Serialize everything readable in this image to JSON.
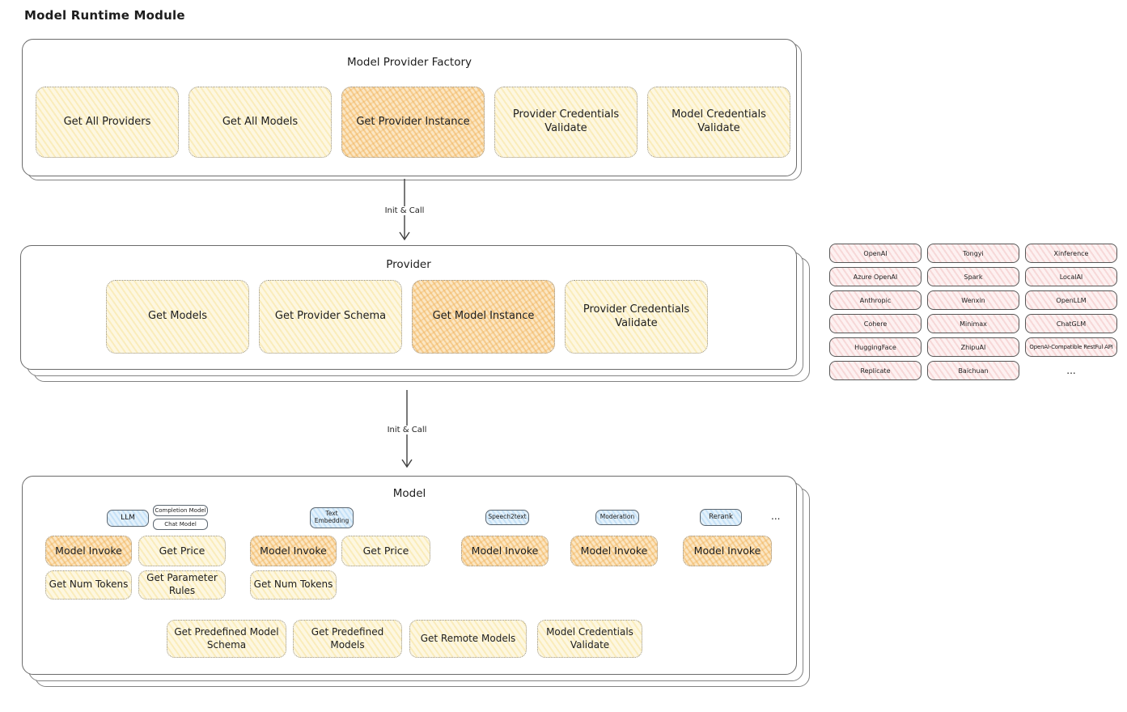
{
  "page": {
    "title": "Model Runtime Module"
  },
  "factory": {
    "title": "Model Provider Factory",
    "boxes": [
      {
        "label": "Get All Providers"
      },
      {
        "label": "Get All Models"
      },
      {
        "label": "Get Provider Instance"
      },
      {
        "label": "Provider Credentials Validate"
      },
      {
        "label": "Model Credentials Validate"
      }
    ]
  },
  "arrows": {
    "factory_to_provider": "Init & Call",
    "provider_to_model": "Init & Call"
  },
  "provider": {
    "title": "Provider",
    "boxes": [
      {
        "label": "Get Models"
      },
      {
        "label": "Get Provider Schema"
      },
      {
        "label": "Get Model Instance"
      },
      {
        "label": "Provider Credentials Validate"
      }
    ]
  },
  "providers_list": {
    "rows": [
      [
        "OpenAI",
        "Tongyi",
        "Xinference"
      ],
      [
        "Azure OpenAI",
        "Spark",
        "LocalAI"
      ],
      [
        "Anthropic",
        "Wenxin",
        "OpenLLM"
      ],
      [
        "Cohere",
        "Minimax",
        "ChatGLM"
      ],
      [
        "HuggingFace",
        "ZhipuAI",
        "OpenAI-Compatible RestFul API"
      ],
      [
        "Replicate",
        "Baichuan",
        "..."
      ]
    ]
  },
  "model": {
    "title": "Model",
    "tags": {
      "llm": "LLM",
      "completion_model": "Completion Model",
      "chat_model": "Chat Model",
      "text_embedding": "Text Embedding",
      "speech2text": "Speech2text",
      "moderation": "Moderation",
      "rerank": "Rerank",
      "more": "..."
    },
    "functions": {
      "model_invoke": "Model Invoke",
      "get_price": "Get Price",
      "get_num_tokens": "Get Num Tokens",
      "get_parameter_rules": "Get Parameter Rules",
      "get_predefined_model_schema": "Get Predefined Model Schema",
      "get_predefined_models": "Get Predefined Models",
      "get_remote_models": "Get Remote Models",
      "model_credentials_validate": "Model Credentials Validate"
    }
  },
  "colors": {
    "yellow_fill": "#fdf7e1",
    "orange_fill": "#fbe6c3",
    "pink_fill": "#fdf1f1",
    "blue_fill": "#e3f1fb",
    "text": "#1d1d1d"
  }
}
